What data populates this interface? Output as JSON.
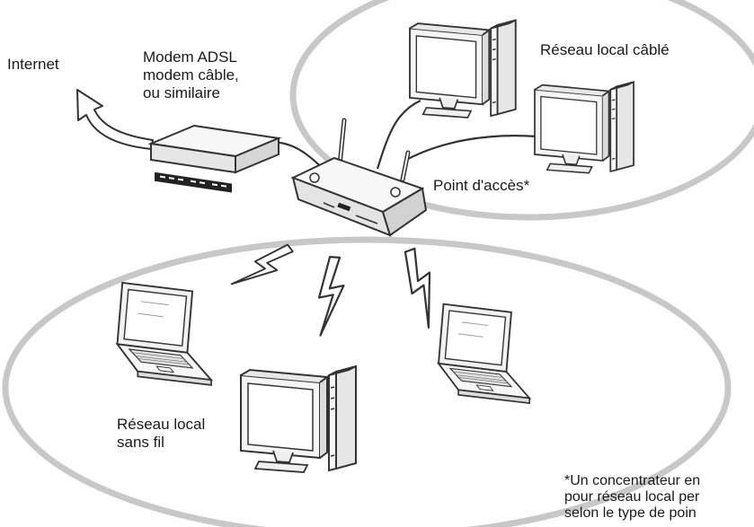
{
  "labels": {
    "internet": "Internet",
    "modem": [
      "Modem ADSL",
      "modem câble,",
      "ou similaire"
    ],
    "wired_lan": "Réseau local câblé",
    "access_point": "Point d'accès*",
    "wireless_lan": [
      "Réseau local",
      "sans fil"
    ],
    "footnote": [
      "*Un concentrateur en",
      "pour réseau local per",
      "selon le type de poin"
    ]
  },
  "colors": {
    "ellipse_stroke": "#c8c8c8",
    "line": "#333333",
    "device_fill": "#f7f7f7",
    "screen_fill": "#ffffff",
    "text": "#1a1a1a"
  },
  "icons": [
    "internet-arrow-icon",
    "modem-icon",
    "access-point-icon",
    "desktop-computer-icon",
    "laptop-icon",
    "wireless-signal-icon"
  ]
}
